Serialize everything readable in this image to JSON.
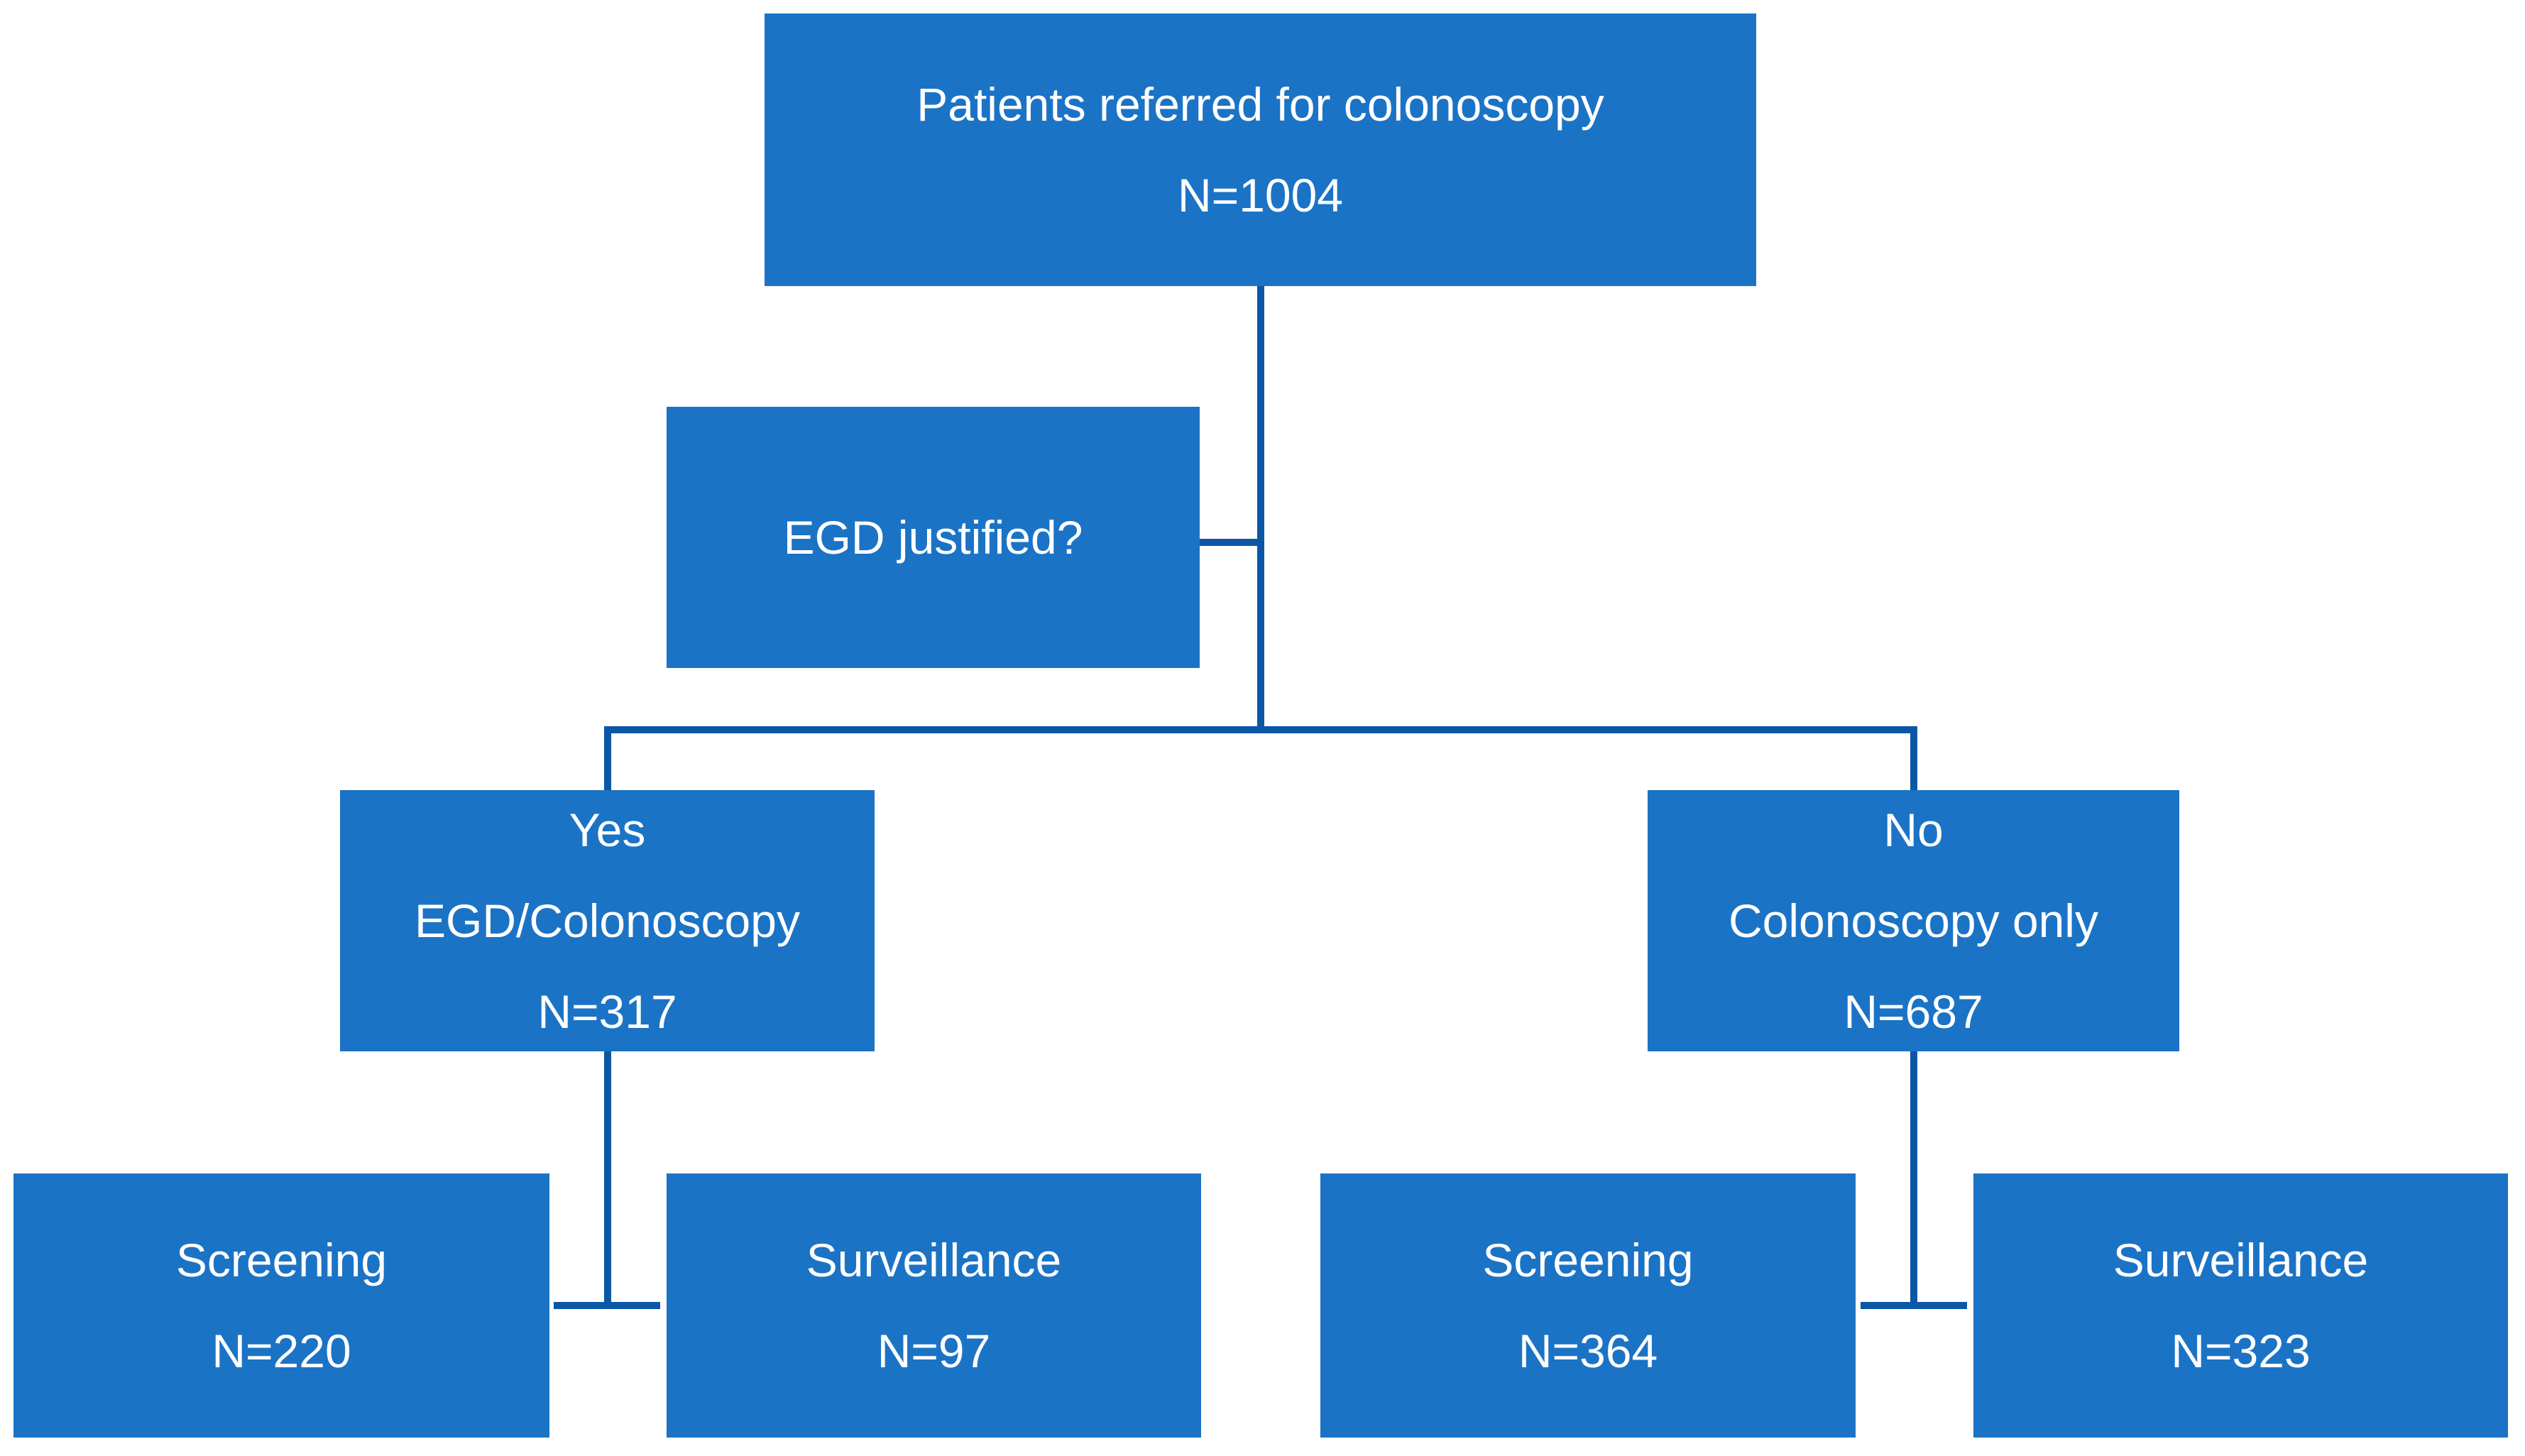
{
  "colors": {
    "background": "#ffffff",
    "box_fill": "#1b73c6",
    "line": "#0b57a6",
    "text": "#ffffff"
  },
  "nodes": {
    "root": {
      "line1": "Patients referred for colonoscopy",
      "line2": "N=1004"
    },
    "decision": {
      "line1": "EGD justified?"
    },
    "yes_branch": {
      "line1": "Yes",
      "line2": "EGD/Colonoscopy",
      "line3": "N=317"
    },
    "no_branch": {
      "line1": "No",
      "line2": "Colonoscopy only",
      "line3": "N=687"
    },
    "yes_screening": {
      "line1": "Screening",
      "line2": "N=220"
    },
    "yes_surveillance": {
      "line1": "Surveillance",
      "line2": "N=97"
    },
    "no_screening": {
      "line1": "Screening",
      "line2": "N=364"
    },
    "no_surveillance": {
      "line1": "Surveillance",
      "line2": "N=323"
    }
  }
}
